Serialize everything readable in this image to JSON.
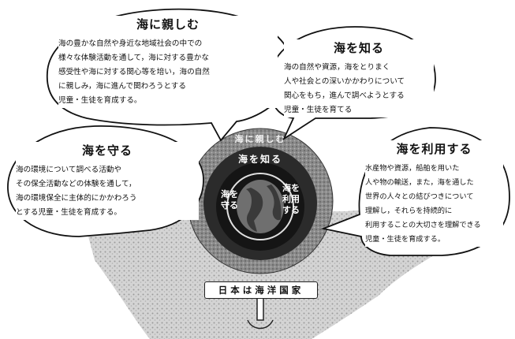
{
  "bubbles": {
    "sea_familiar": {
      "title": "海に親しむ",
      "body": "海の豊かな自然や身近な地域社会の中での\n様々な体験活動を通して，海に対する豊かな\n感受性や海に対する関心等を培い，海の自然\nに親しみ，海に進んで関わろうとする\n児童・生徒を育成する。"
    },
    "sea_know": {
      "title": "海を知る",
      "body": "海の自然や資源，海をとりまく\n人や社会との深いかかわりについて\n関心をもち，進んで調べようとする\n児童・生徒を育てる"
    },
    "sea_protect": {
      "title": "海を守る",
      "body": "海の環境について調べる活動や\nその保全活動などの体験を通して，\n海の環境保全に主体的にかかわろう\nとする児童・生徒を育成する。"
    },
    "sea_use": {
      "title": "海を利用する",
      "body": "水産物や資源，船舶を用いた\n人や物の輸送，また，海を通した\n世界の人々との結びつきについて\n理解し，それらを持続的に\n利用することの大切さを理解できる\n児童・生徒を育成する。"
    }
  },
  "ring": {
    "outer_label": "海に親しむ",
    "middle_label": "海を知る",
    "inner_left": "海を守る",
    "inner_right": "海を利用する"
  },
  "foundation": {
    "label": "日本は海洋国家"
  },
  "colors": {
    "ring_outer": "#6e6e6e",
    "ring_middle": "#2a2a2a",
    "ring_inner": "#111111",
    "ground": "#c9c9c9"
  }
}
